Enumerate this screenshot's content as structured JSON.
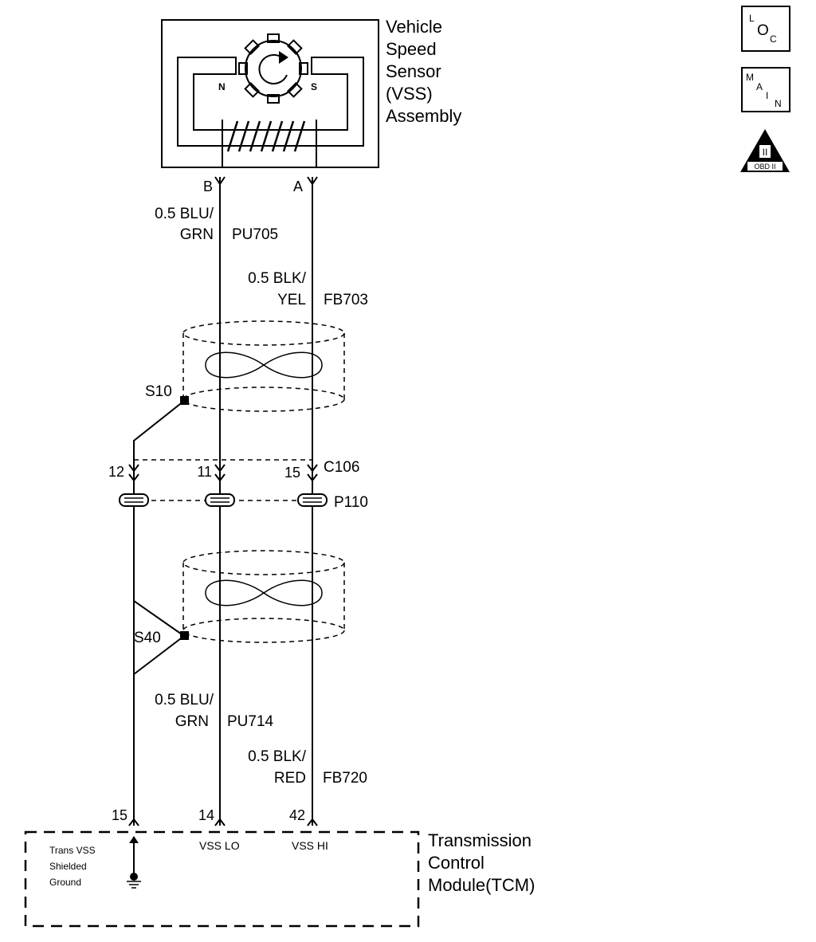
{
  "sensor": {
    "title_lines": [
      "Vehicle",
      "Speed",
      "Sensor",
      "(VSS)",
      "Assembly"
    ],
    "pole_n": "N",
    "pole_s": "S",
    "terminal_b": "B",
    "terminal_a": "A"
  },
  "badges": {
    "loc": [
      "L",
      "O",
      "C"
    ],
    "main": [
      "M",
      "A",
      "I",
      "N"
    ],
    "obd": {
      "roman": "II",
      "text": "OBD II"
    }
  },
  "wires_upper": {
    "left_gauge_color_1": "0.5 BLU/",
    "left_color_2": "GRN",
    "left_circuit": "PU705",
    "right_gauge_color_1": "0.5 BLK/",
    "right_color_2": "YEL",
    "right_circuit": "FB703"
  },
  "splices": {
    "upper": "S10",
    "lower": "S40"
  },
  "connector": {
    "name": "C106",
    "pins": [
      "12",
      "11",
      "15"
    ],
    "passthrough": "P110"
  },
  "wires_lower": {
    "left_gauge_color_1": "0.5 BLU/",
    "left_color_2": "GRN",
    "left_circuit": "PU714",
    "right_gauge_color_1": "0.5 BLK/",
    "right_color_2": "RED",
    "right_circuit": "FB720"
  },
  "tcm": {
    "pins": [
      "15",
      "14",
      "42"
    ],
    "ground_label_lines": [
      "Trans VSS",
      "Shielded",
      "Ground"
    ],
    "vss_lo": "VSS LO",
    "vss_hi": "VSS HI",
    "title_lines": [
      "Transmission",
      "Control",
      "Module(TCM)"
    ]
  }
}
